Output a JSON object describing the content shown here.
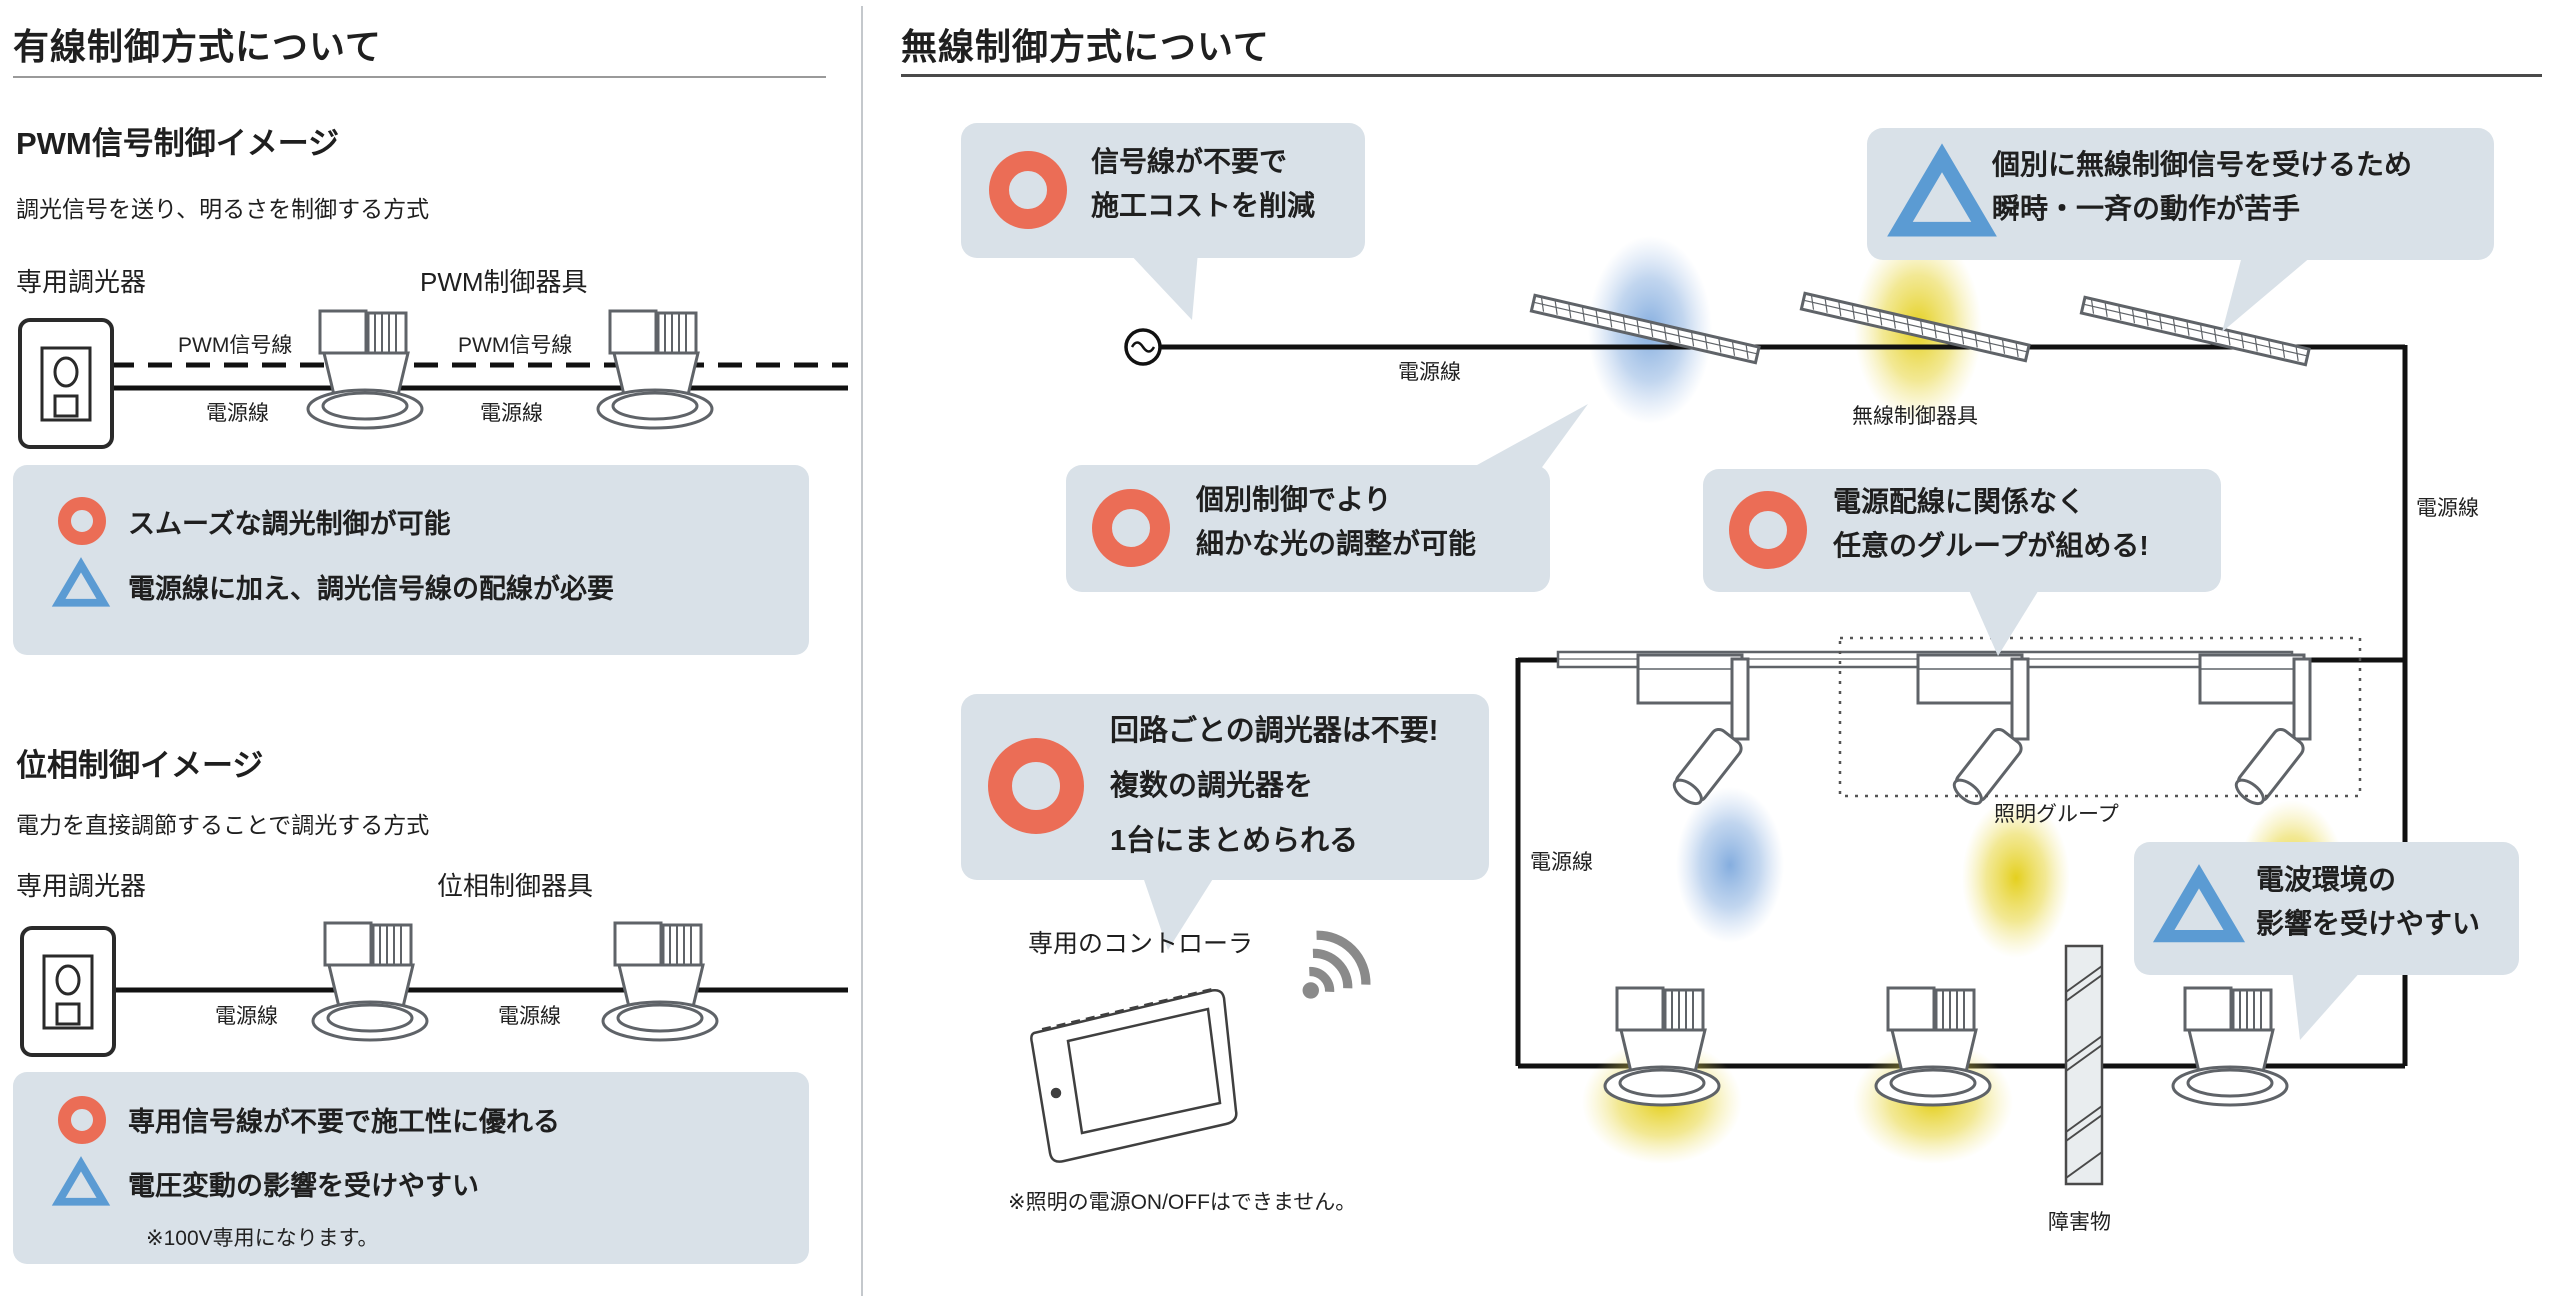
{
  "left": {
    "title": "有線制御方式について",
    "pwm": {
      "heading": "PWM信号制御イメージ",
      "description": "調光信号を送り、明るさを制御する方式",
      "dimmer_label": "専用調光器",
      "fixture_label": "PWM制御器具",
      "signal_label_1": "PWM信号線",
      "power_label_1": "電源線",
      "signal_label_2": "PWM信号線",
      "power_label_2": "電源線",
      "pro": "スムーズな調光制御が可能",
      "con": "電源線に加え、調光信号線の配線が必要"
    },
    "phase": {
      "heading": "位相制御イメージ",
      "description": "電力を直接調節することで調光する方式",
      "dimmer_label": "専用調光器",
      "fixture_label": "位相制御器具",
      "power_label_1": "電源線",
      "power_label_2": "電源線",
      "pro": "専用信号線が不要で施工性に優れる",
      "con": "電圧変動の影響を受けやすい",
      "note": "※100V専用になります。"
    }
  },
  "right": {
    "title": "無線制御方式について",
    "callout_cost": {
      "line1": "信号線が不要で",
      "line2": "施工コストを削減"
    },
    "callout_individual_receive": {
      "line1": "個別に無線制御信号を受けるため",
      "line2": "瞬時・一斉の動作が苦手"
    },
    "callout_fine_control": {
      "line1": "個別制御でより",
      "line2": "細かな光の調整が可能"
    },
    "callout_grouping": {
      "line1": "電源配線に関係なく",
      "line2": "任意のグループが組める!"
    },
    "callout_one_controller": {
      "line1": "回路ごとの調光器は不要!",
      "line2": "複数の調光器を",
      "line3": "1台にまとめられる"
    },
    "callout_radio": {
      "line1": "電波環境の",
      "line2": "影響を受けやすい"
    },
    "labels": {
      "power_line_top": "電源線",
      "wireless_fixture": "無線制御器具",
      "power_line_right": "電源線",
      "power_line_mid": "電源線",
      "lighting_group": "照明グループ",
      "controller": "専用のコントローラ",
      "controller_note": "※照明の電源ON/OFFはできません。",
      "obstacle": "障害物"
    }
  },
  "colors": {
    "pro_icon": "#eb6d56",
    "con_icon": "#5b9bd3",
    "box_bg": "#d9e1e8",
    "glow_blue": "#7ea9dd",
    "glow_yellow": "#e5cf1f"
  }
}
